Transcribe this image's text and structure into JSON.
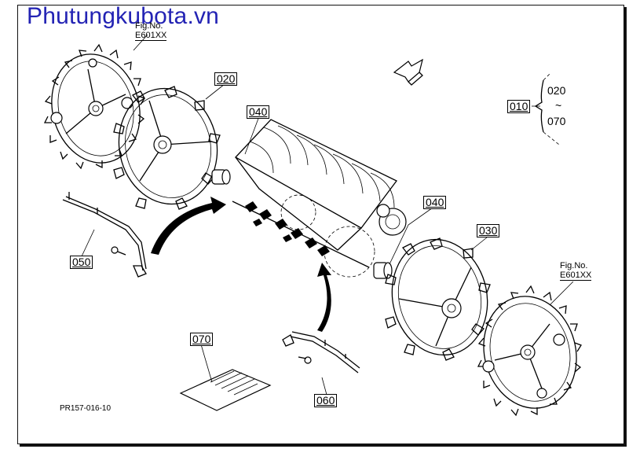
{
  "watermark": "Phutungkubota.vn",
  "fig_refs": [
    {
      "label": "Fig.No.",
      "code": "E601XX"
    },
    {
      "label": "Fig.No.",
      "code": "E601XX"
    }
  ],
  "parts": {
    "p010": "010",
    "p020": "020",
    "p030": "030",
    "p040a": "040",
    "p040b": "040",
    "p050": "050",
    "p060": "060",
    "p070": "070"
  },
  "range": {
    "from": "020",
    "tilde": "~",
    "to": "070"
  },
  "drawing_code": "PR157-016-10",
  "icons": [
    "direction-arrow-icon",
    "sprocket-wheel",
    "wheel-frame",
    "rotor-drum",
    "roller",
    "tie-rod",
    "document-sheet"
  ]
}
